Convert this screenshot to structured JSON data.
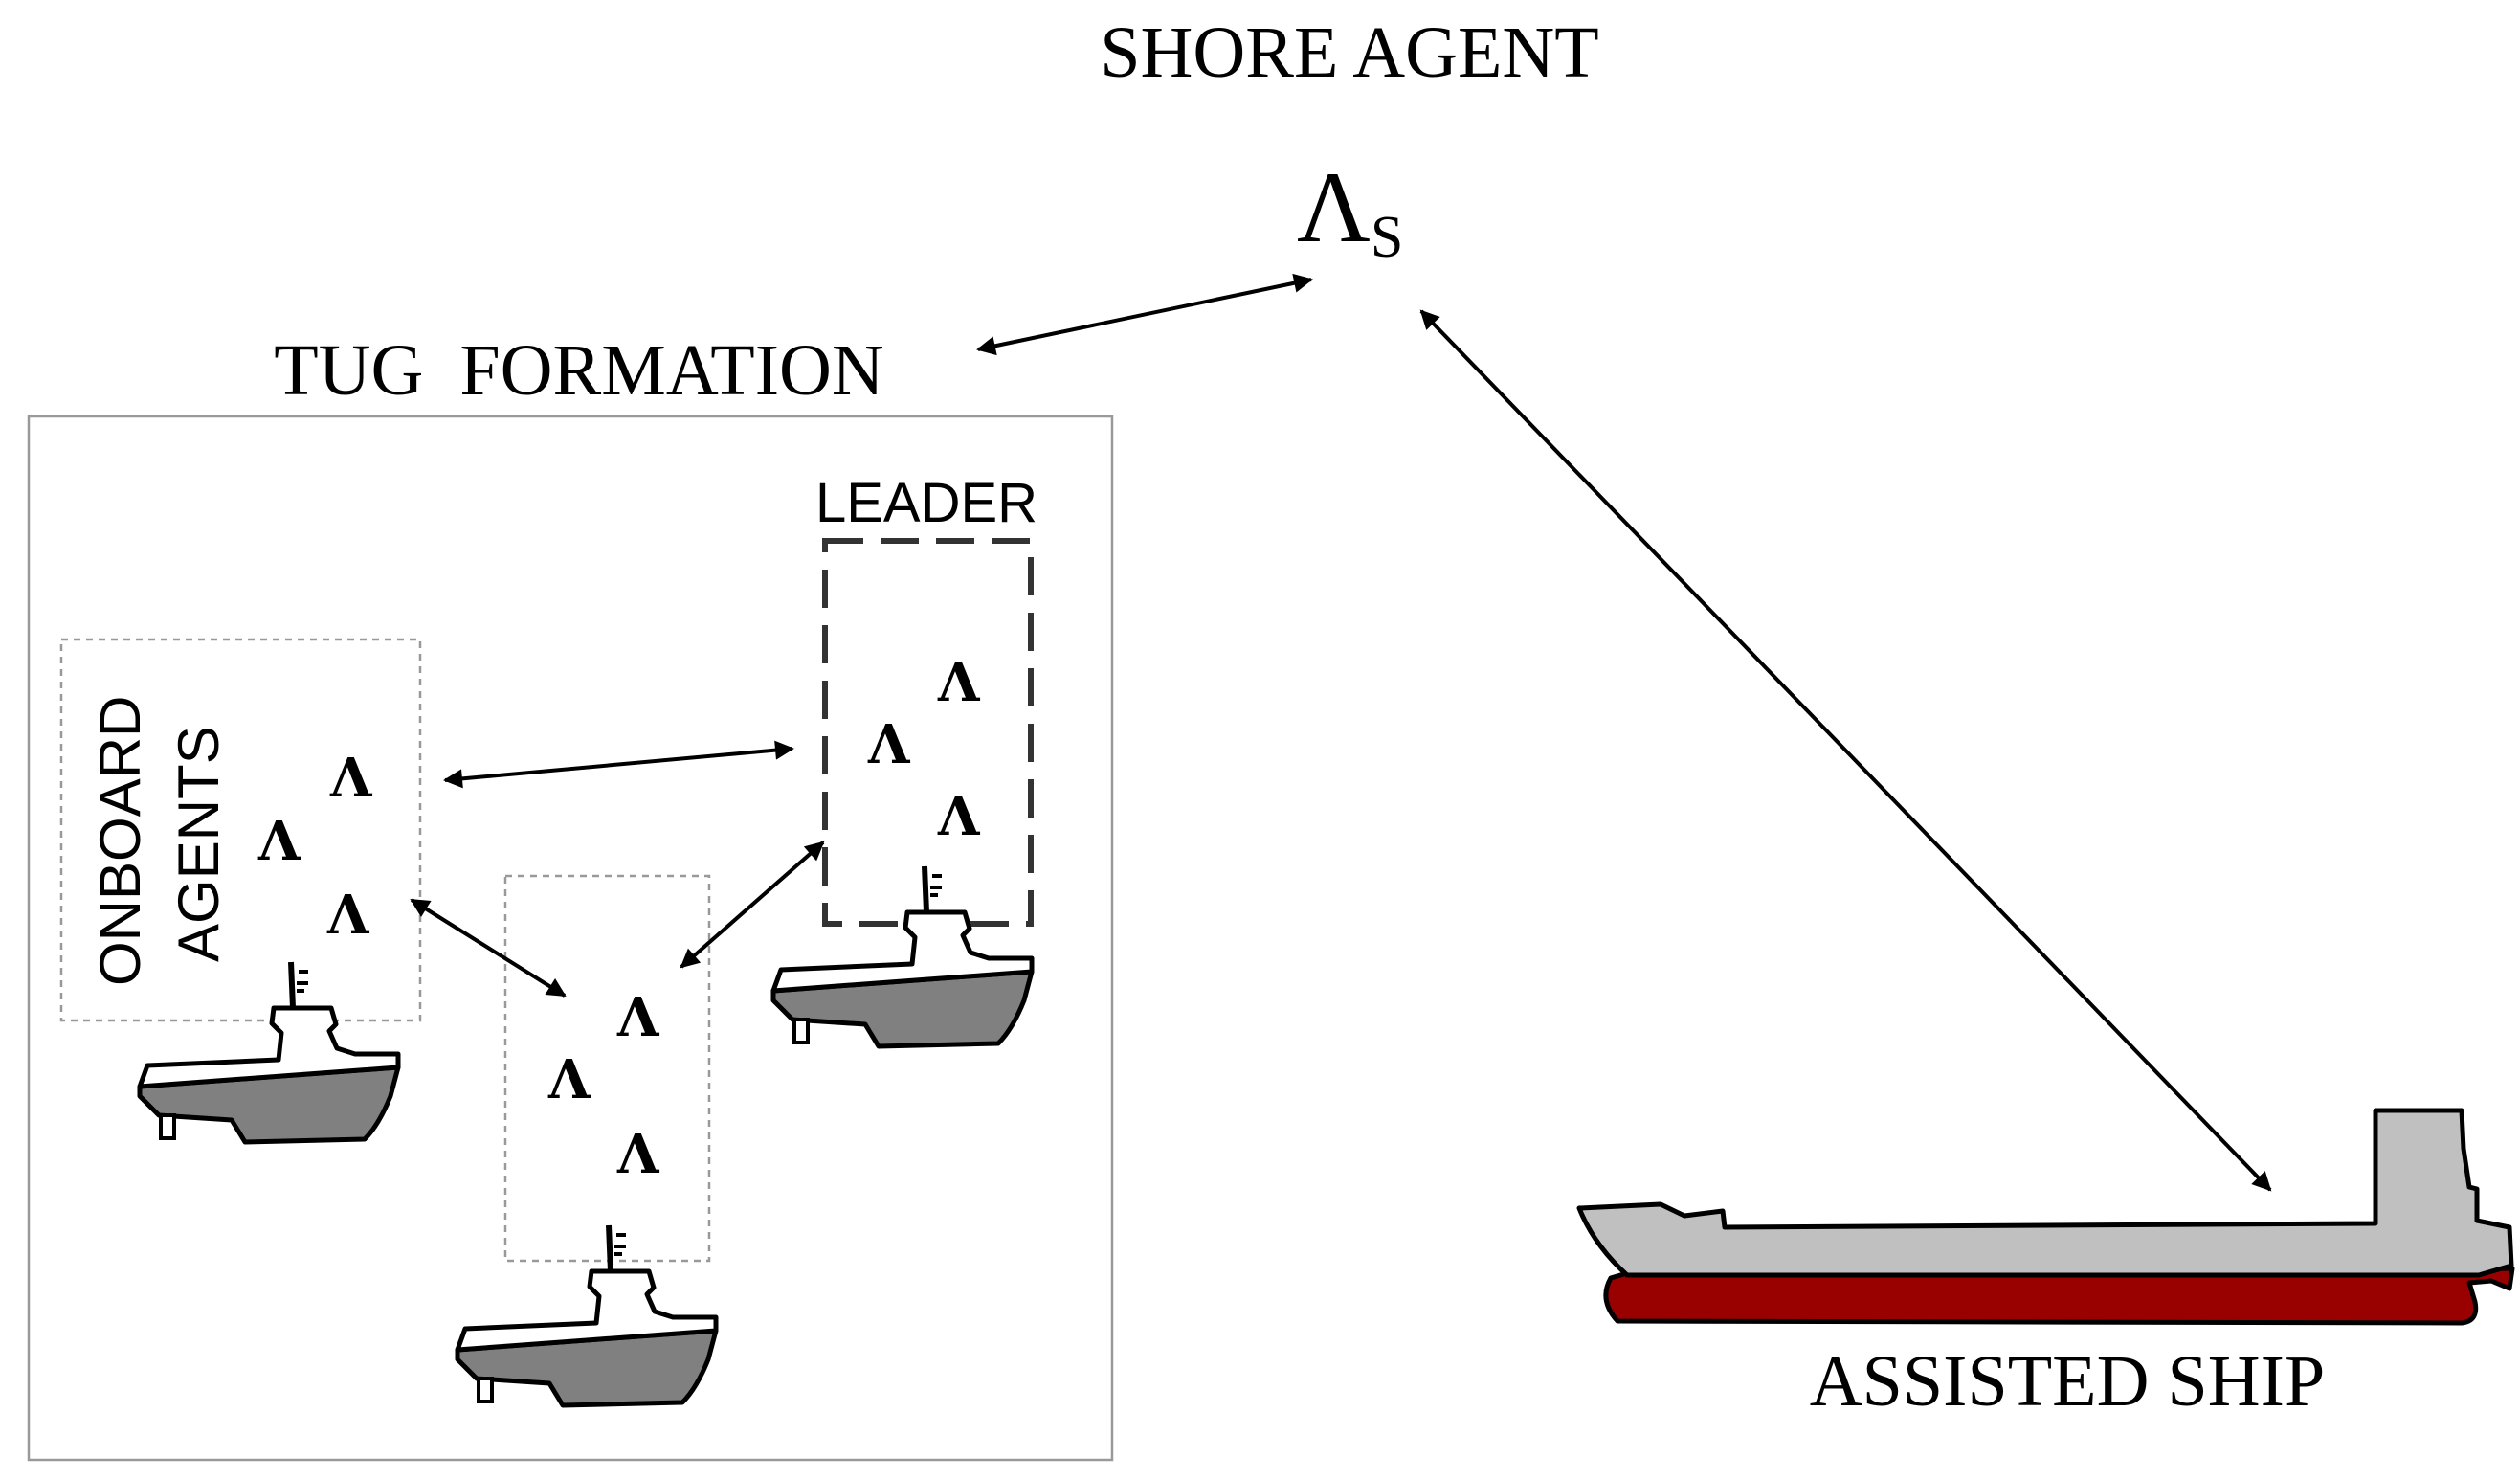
{
  "labels": {
    "shore_agent": "SHORE AGENT",
    "shore_symbol": "Λ",
    "shore_subscript": "S",
    "tug_formation": "TUG  FORMATION",
    "leader": "LEADER",
    "onboard_agents_line1": "ONBOARD",
    "onboard_agents_line2": "AGENTS",
    "assisted_ship": "ASSISTED SHIP",
    "agent_symbol": "Λ"
  },
  "colors": {
    "line": "#000000",
    "tug_hull": "#808080",
    "ship_superstructure": "#c0c0c0",
    "ship_hull": "#990000",
    "frame": "#999999",
    "leader_box": "#333333"
  }
}
